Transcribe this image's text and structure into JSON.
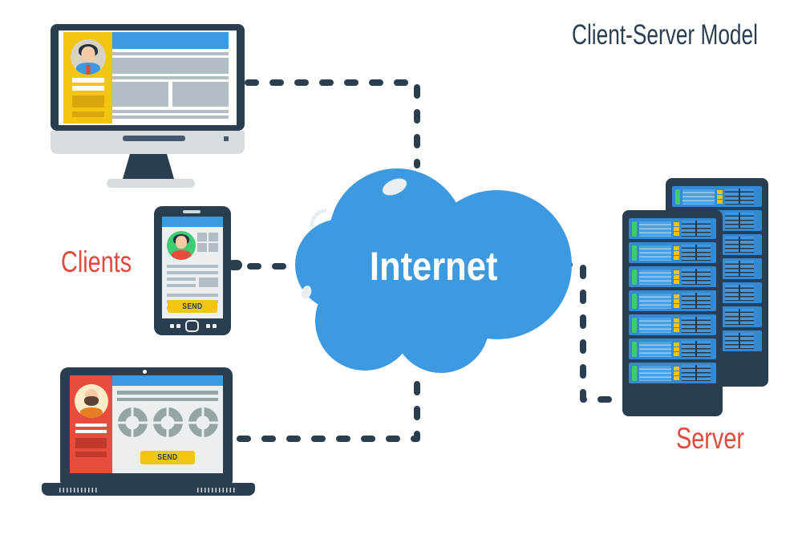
{
  "title": "Client-Server Model",
  "labels": {
    "clients": "Clients",
    "server": "Server"
  },
  "cloud": {
    "label": "Internet",
    "color": "#3d9ae1"
  },
  "devices": {
    "phone": {
      "send_label": "SEND"
    },
    "laptop": {
      "send_label": "SEND"
    }
  },
  "server_racks": {
    "front_units": 7,
    "back_units": 7
  },
  "colors": {
    "navy": "#2b3e50",
    "blue": "#3d9ae1",
    "server_blue": "#3389d5",
    "yellow": "#f2c511",
    "gold_dark": "#d9a70c",
    "red": "#e74c3c",
    "red_dark": "#c0392b",
    "label_red": "#e2493d",
    "green": "#3ecb72",
    "gray": "#b2bec3"
  }
}
